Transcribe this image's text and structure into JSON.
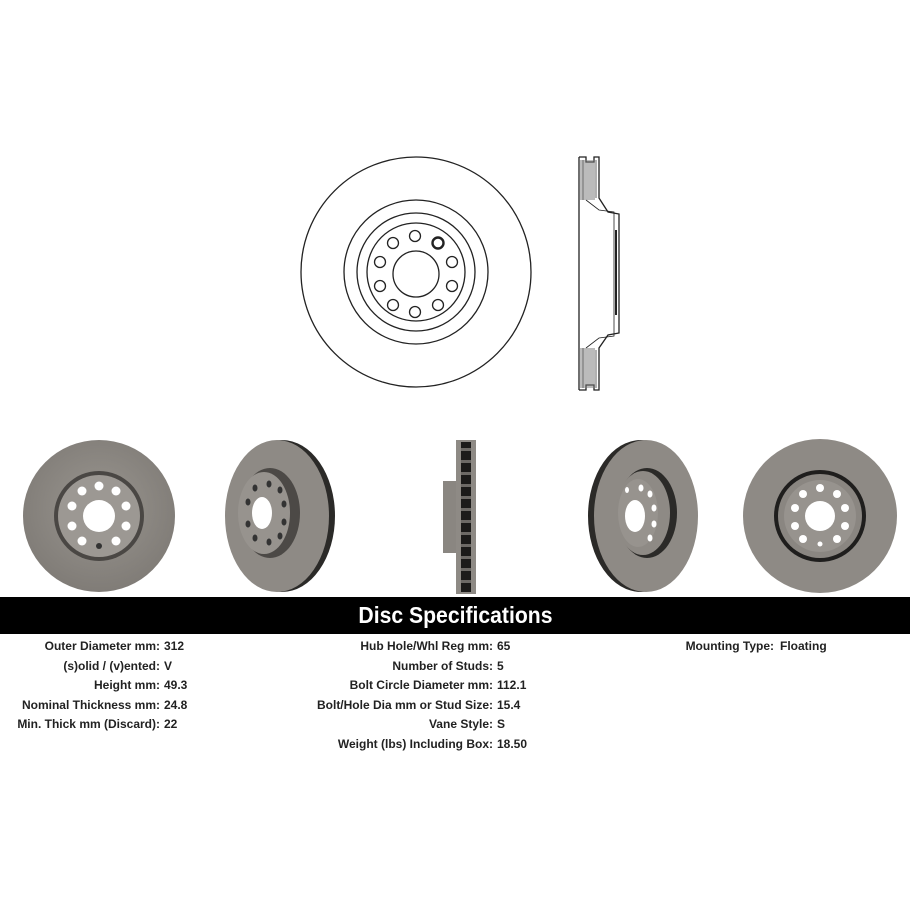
{
  "diagram": {
    "front_view": "rotor-front-line-drawing",
    "side_view": "rotor-cross-section-line-drawing",
    "bolt_holes_drawn": 10
  },
  "photos": [
    {
      "name": "rotor-photo-front"
    },
    {
      "name": "rotor-photo-angle-left"
    },
    {
      "name": "rotor-photo-side"
    },
    {
      "name": "rotor-photo-angle-right"
    },
    {
      "name": "rotor-photo-back"
    }
  ],
  "specs": {
    "title": "Disc Specifications",
    "column1": [
      {
        "label": "Outer Diameter mm:",
        "value": "312"
      },
      {
        "label": "(s)olid / (v)ented:",
        "value": "V"
      },
      {
        "label": "Height mm:",
        "value": "49.3"
      },
      {
        "label": "Nominal Thickness mm:",
        "value": "24.8"
      },
      {
        "label": "Min. Thick mm (Discard):",
        "value": "22"
      }
    ],
    "column2": [
      {
        "label": "Hub Hole/Whl Reg mm:",
        "value": "65"
      },
      {
        "label": "Number of Studs:",
        "value": "5"
      },
      {
        "label": "Bolt Circle Diameter mm:",
        "value": "112.1"
      },
      {
        "label": "Bolt/Hole Dia mm or Stud Size:",
        "value": "15.4"
      },
      {
        "label": "Vane Style:",
        "value": "S"
      },
      {
        "label": "Weight (lbs) Including Box:",
        "value": "18.50"
      }
    ],
    "column3": [
      {
        "label": "Mounting Type:",
        "value": "Floating"
      }
    ]
  },
  "colors": {
    "bar_bg": "#000000",
    "bar_text": "#ffffff",
    "rotor_gray": "#8a8681",
    "rotor_dark": "#3d3b38"
  }
}
